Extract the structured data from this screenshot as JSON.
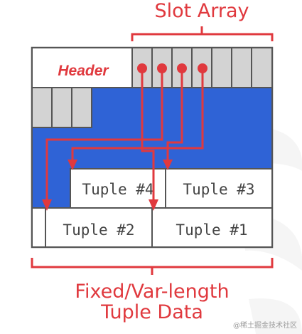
{
  "slot_array_label": "Slot Array",
  "header_label": "Header",
  "tuples": {
    "t4": "Tuple #4",
    "t3": "Tuple #3",
    "t2": "Tuple #2",
    "t1": "Tuple #1"
  },
  "data_label": {
    "line1": "Fixed/Var-length",
    "line2": "Tuple Data"
  },
  "watermark": "@稀土掘金技术社区",
  "colors": {
    "accent_red": "#e0393e",
    "free_space_blue": "#2f63d6",
    "slot_gray": "#d3d3d3",
    "border": "#555555",
    "decor_gray": "#ececec"
  }
}
